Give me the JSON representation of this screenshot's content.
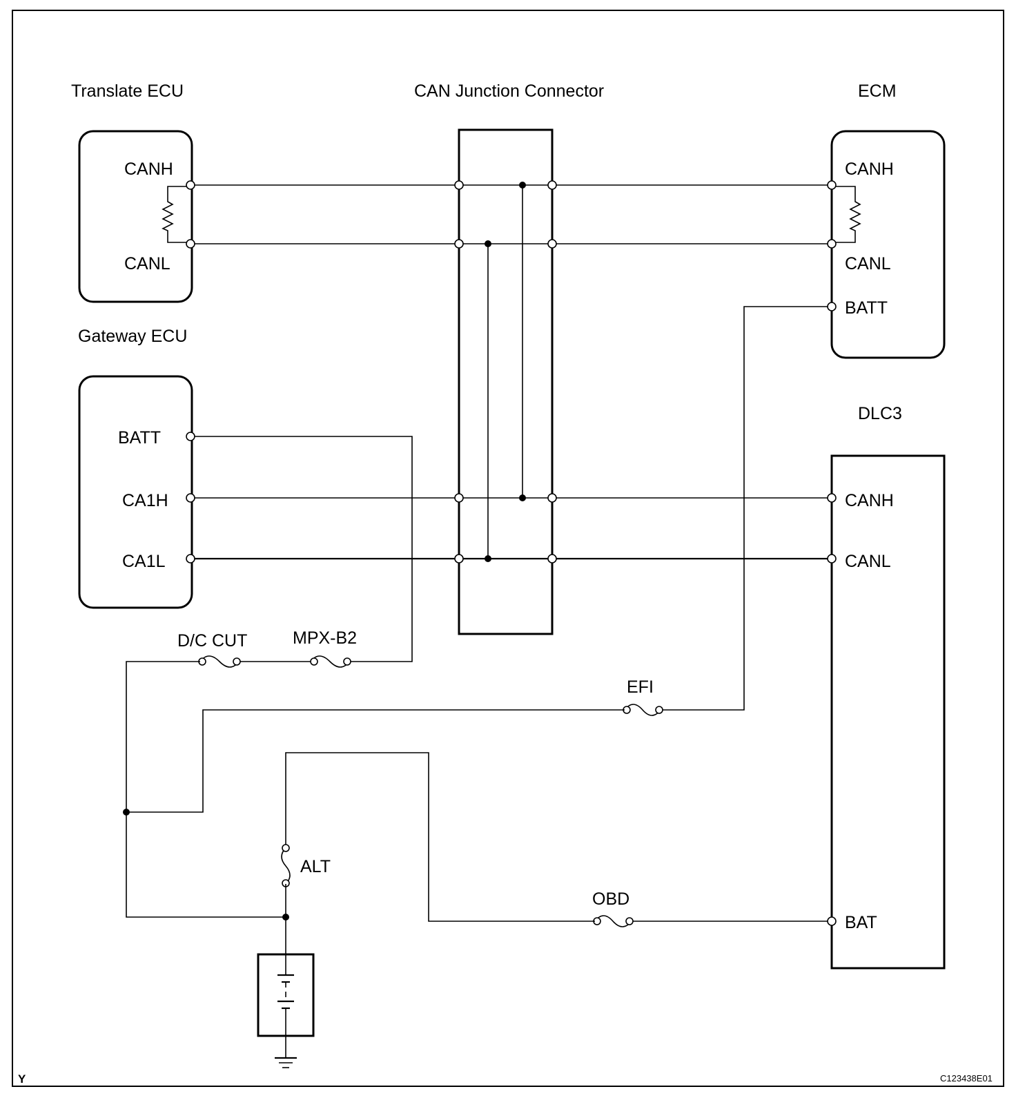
{
  "components": {
    "translate_ecu": {
      "title": "Translate ECU",
      "pins": {
        "canh": "CANH",
        "canl": "CANL"
      }
    },
    "can_junction": {
      "title": "CAN Junction Connector"
    },
    "ecm": {
      "title": "ECM",
      "pins": {
        "canh": "CANH",
        "canl": "CANL",
        "batt": "BATT"
      }
    },
    "gateway_ecu": {
      "title": "Gateway ECU",
      "pins": {
        "batt": "BATT",
        "ca1h": "CA1H",
        "ca1l": "CA1L"
      }
    },
    "dlc3": {
      "title": "DLC3",
      "pins": {
        "canh": "CANH",
        "canl": "CANL",
        "bat": "BAT"
      }
    }
  },
  "fuses": {
    "dc_cut": "D/C CUT",
    "mpx_b2": "MPX-B2",
    "efi": "EFI",
    "alt": "ALT",
    "obd": "OBD"
  },
  "corner_mark": "Y",
  "figure_code": "C123438E01"
}
